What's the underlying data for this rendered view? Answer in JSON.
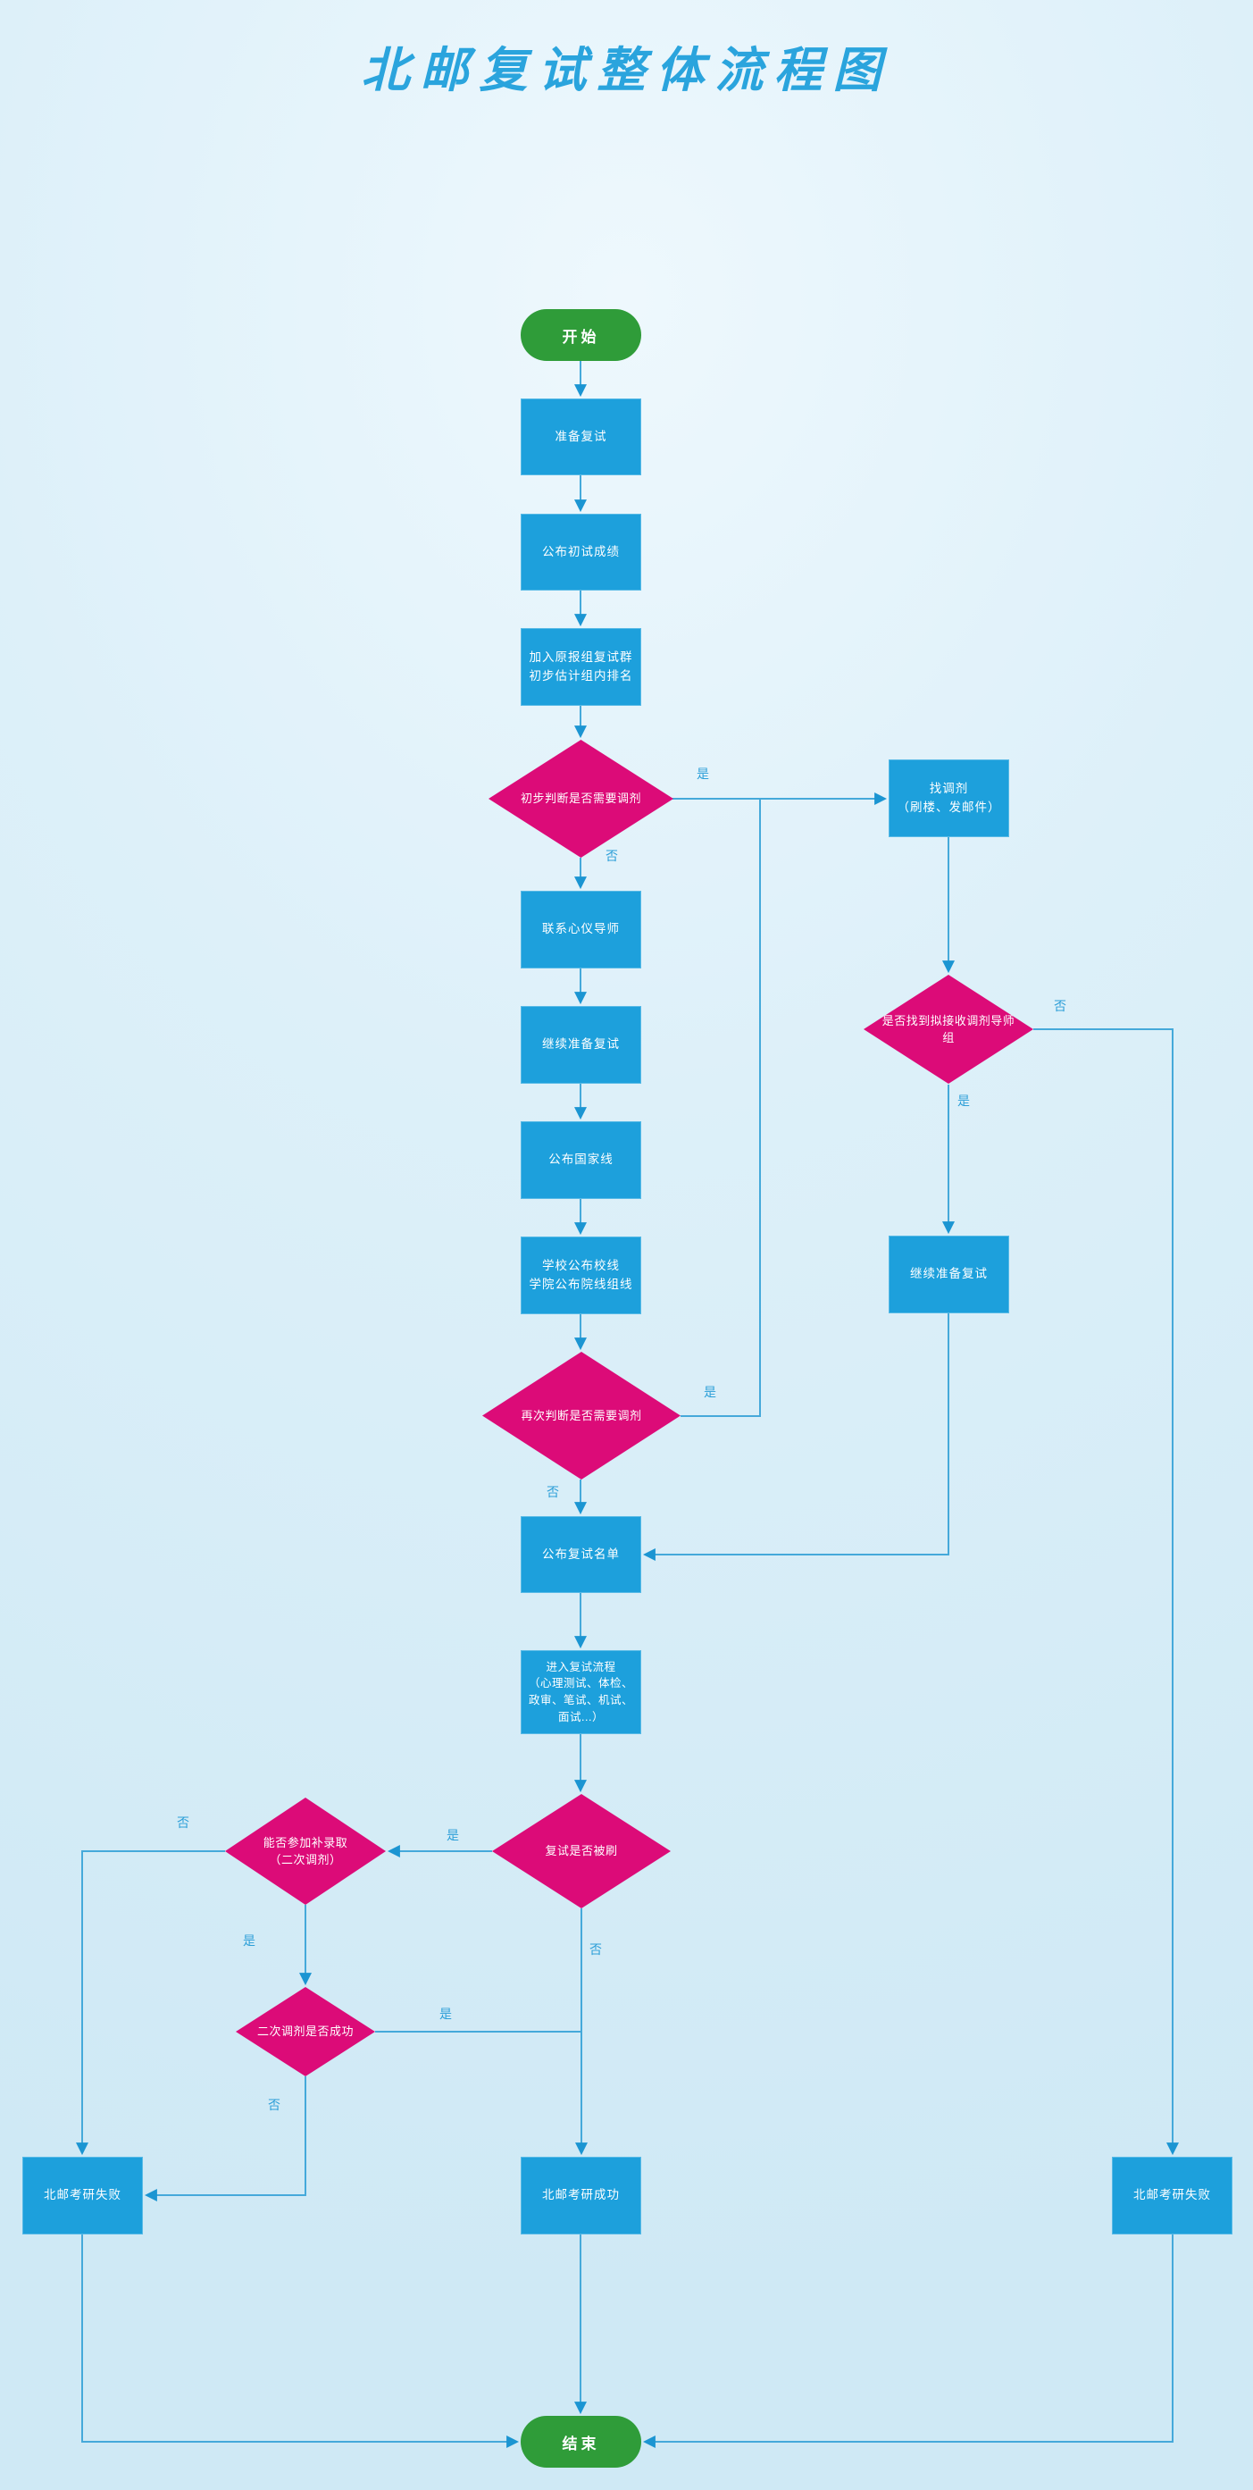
{
  "title": "北邮复试整体流程图",
  "nodes": {
    "start": "开始",
    "prepare": "准备复试",
    "publish_score": "公布初试成绩",
    "join_group": "加入原报组复试群\n初步估计组内排名",
    "d1": "初步判断是否需要调剂",
    "find_tiaoji": "找调剂\n（刷楼、发邮件）",
    "contact_mentor": "联系心仪导师",
    "continue_prepare": "继续准备复试",
    "national_line": "公布国家线",
    "school_line": "学校公布校线\n学院公布院线组线",
    "d2": "是否找到拟接收调剂导师\n组",
    "continue_prepare_right": "继续准备复试",
    "d3": "再次判断是否需要调剂",
    "publish_list": "公布复试名单",
    "process": "进入复试流程\n（心理测试、体检、\n政审、笔试、机试、\n面试...）",
    "d4": "复试是否被刷",
    "d5": "能否参加补录取\n（二次调剂）",
    "d6": "二次调剂是否成功",
    "fail_left": "北邮考研失败",
    "success": "北邮考研成功",
    "fail_right": "北邮考研失败",
    "end": "结束"
  },
  "edge_labels": {
    "d1_yes": "是",
    "d1_no": "否",
    "d2_no": "否",
    "d2_yes": "是",
    "d3_yes": "是",
    "d3_no": "否",
    "d4_yes": "是",
    "d4_no": "否",
    "d5_no": "否",
    "d5_yes": "是",
    "d6_yes": "是",
    "d6_no": "否"
  },
  "edges": [
    {
      "from": "start",
      "to": "prepare",
      "label": ""
    },
    {
      "from": "prepare",
      "to": "publish_score",
      "label": ""
    },
    {
      "from": "publish_score",
      "to": "join_group",
      "label": ""
    },
    {
      "from": "join_group",
      "to": "d1",
      "label": ""
    },
    {
      "from": "d1",
      "to": "find_tiaoji",
      "label": "是"
    },
    {
      "from": "d1",
      "to": "contact_mentor",
      "label": "否"
    },
    {
      "from": "contact_mentor",
      "to": "continue_prepare",
      "label": ""
    },
    {
      "from": "continue_prepare",
      "to": "national_line",
      "label": ""
    },
    {
      "from": "national_line",
      "to": "school_line",
      "label": ""
    },
    {
      "from": "school_line",
      "to": "d3",
      "label": ""
    },
    {
      "from": "find_tiaoji",
      "to": "d2",
      "label": ""
    },
    {
      "from": "d2",
      "to": "continue_prepare_right",
      "label": "是"
    },
    {
      "from": "d2",
      "to": "fail_right",
      "label": "否"
    },
    {
      "from": "continue_prepare_right",
      "to": "publish_list",
      "label": ""
    },
    {
      "from": "d3",
      "to": "find_tiaoji",
      "label": "是"
    },
    {
      "from": "d3",
      "to": "publish_list",
      "label": "否"
    },
    {
      "from": "publish_list",
      "to": "process",
      "label": ""
    },
    {
      "from": "process",
      "to": "d4",
      "label": ""
    },
    {
      "from": "d4",
      "to": "d5",
      "label": "是"
    },
    {
      "from": "d4",
      "to": "success",
      "label": "否"
    },
    {
      "from": "d5",
      "to": "fail_left",
      "label": "否"
    },
    {
      "from": "d5",
      "to": "d6",
      "label": "是"
    },
    {
      "from": "d6",
      "to": "success",
      "label": "是"
    },
    {
      "from": "d6",
      "to": "fail_left",
      "label": "否"
    },
    {
      "from": "fail_left",
      "to": "end",
      "label": ""
    },
    {
      "from": "success",
      "to": "end",
      "label": ""
    },
    {
      "from": "fail_right",
      "to": "end",
      "label": ""
    }
  ],
  "colors": {
    "background": "#d8eef8",
    "process_box": "#1da0dc",
    "decision_diamond": "#dc0b78",
    "terminator": "#2f9c39",
    "connector": "#45a9da",
    "arrowhead": "#1b95d2",
    "label_text": "#2d9fd8",
    "title_text": "#2aa4dd",
    "node_text": "#ffffff"
  }
}
